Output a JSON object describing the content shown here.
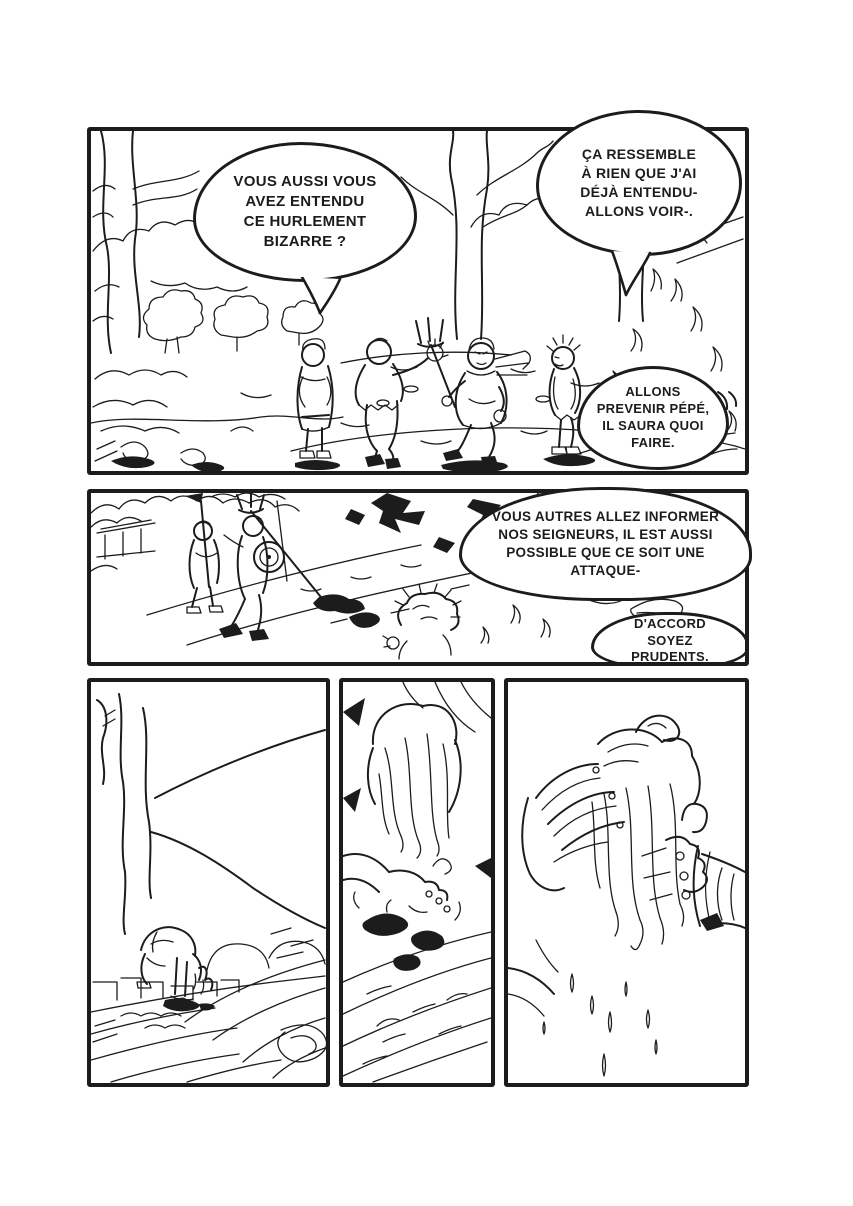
{
  "page": {
    "paper": "#ffffff",
    "ink": "#1c1c1c"
  },
  "panels": [
    {
      "id": "panel-1",
      "alt": "Forest clearing where four villagers talk about a strange howl"
    },
    {
      "id": "panel-2",
      "alt": "Villagers with pitchforks and a shield set off along a forest path"
    },
    {
      "id": "panel-3",
      "alt": "Figure crouched at the edge of a river below tall cliffs"
    },
    {
      "id": "panel-4",
      "alt": "Close-up of a head plunged toward rushing water, hand dipping in"
    },
    {
      "id": "panel-5",
      "alt": "Two hands wringing out soaked hair, drops falling"
    }
  ],
  "speech": {
    "bubble1": "VOUS AUSSI VOUS\nAVEZ ENTENDU\nCE HURLEMENT\nBIZARRE ?",
    "bubble2": "ÇA RESSEMBLE\nÀ RIEN QUE J'AI\nDÉJÀ ENTENDU-\nALLONS VOIR-.",
    "bubble3": "ALLONS\nPREVENIR PÉPÉ,\nIL SAURA QUOI\nFAIRE.",
    "bubble4": "VOUS AUTRES ALLEZ INFORMER\nNOS SEIGNEURS, IL EST AUSSI\nPOSSIBLE QUE CE SOIT UNE\nATTAQUE-",
    "bubble5": "D'ACCORD\nSOYEZ PRUDENTS."
  }
}
